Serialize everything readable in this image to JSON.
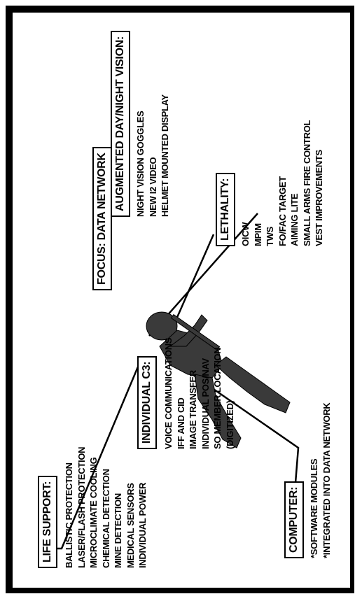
{
  "focus": {
    "title": "FOCUS:  DATA NETWORK"
  },
  "life_support": {
    "title": "LIFE SUPPORT:",
    "items": [
      "BALLISTIC PROTECTION",
      "LASER/FLASH PROTECTION",
      "MICROCLIMATE COOLING",
      "CHEMICAL DETECTION",
      "MINE DETECTION",
      "MEDICAL SENSORS",
      "INDIVIDUAL POWER"
    ]
  },
  "individual_c3": {
    "title": "INDIVIDUAL C3:",
    "items": [
      "VOICE COMMUNICATIONS",
      "IFF AND CID",
      "IMAGE TRANSFER",
      "INDIVIDUAL POS/NAV",
      "SO MEMBER LOCATION",
      "(DIGITIZED)"
    ]
  },
  "computer": {
    "title": "COMPUTER:",
    "items": [
      "*SOFTWARE MODULES",
      "*INTEGRATED INTO DATA NETWORK"
    ]
  },
  "vision": {
    "title": "AUGMENTED DAY/NIGHT VISION:",
    "items": [
      "NIGHT VISION GOGGLES",
      "NEW I2 VIDEO",
      "HELMET MOUNTED DISPLAY"
    ]
  },
  "lethality": {
    "title": "LETHALITY:",
    "items": [
      "OICW",
      "MPIM",
      "TWS",
      "FO/FAC TARGET",
      "AIMING LITE",
      "SMALL ARMS FIRE CONTROL",
      "VEST IMPROVEMENTS"
    ]
  }
}
